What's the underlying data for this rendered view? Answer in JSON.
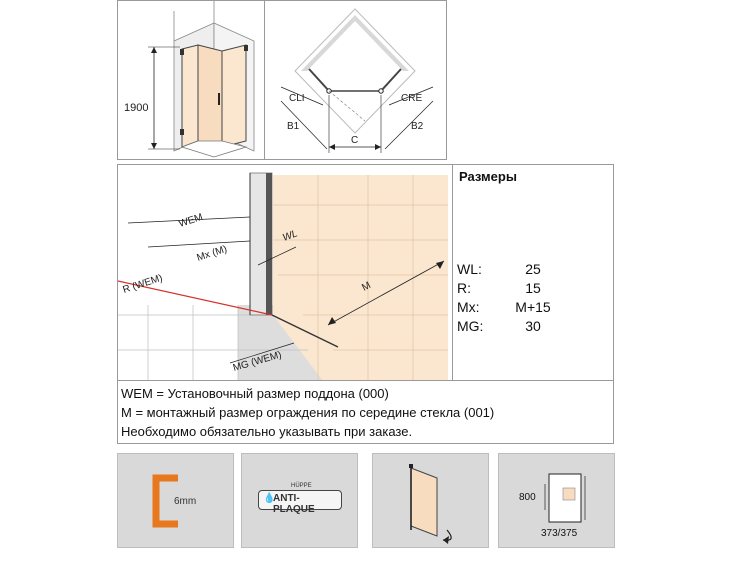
{
  "top_left": {
    "height_label": "1900"
  },
  "top_right": {
    "labels": {
      "cli": "CLI",
      "cre": "CRE",
      "b1": "B1",
      "b2": "B2",
      "c": "C"
    }
  },
  "dims_drawing": {
    "labels": {
      "wem": "WEM",
      "mx_m": "Mx (M)",
      "r_wem": "R (WEM)",
      "wl": "WL",
      "m": "M",
      "mg_wem": "MG (WEM)"
    }
  },
  "specs": {
    "title": "Размеры",
    "rows": [
      {
        "key": "WL:",
        "value": "25"
      },
      {
        "key": "R:",
        "value": "15"
      },
      {
        "key": "Mx:",
        "value": "M+15"
      },
      {
        "key": "MG:",
        "value": "30"
      }
    ]
  },
  "legend": {
    "line1": "WEM = Установочный размер поддона (000)",
    "line2": "M = монтажный размер ограждения по середине стекла (001)",
    "line3": "Необходимо обязательно указывать при заказе."
  },
  "icons": {
    "glass": {
      "label": "6mm"
    },
    "coating": {
      "brand": "HÜPPE",
      "label": "ANTI-PLAQUE"
    },
    "door": {},
    "measure": {
      "height": "800",
      "bottom": "373/375"
    }
  },
  "colors": {
    "accent_orange": "#e8781e",
    "glass_tint": "#f7dcc0",
    "frame_gray": "#9a9a9a",
    "tile_bg": "#d9d9d9",
    "red_line": "#d6302b"
  }
}
